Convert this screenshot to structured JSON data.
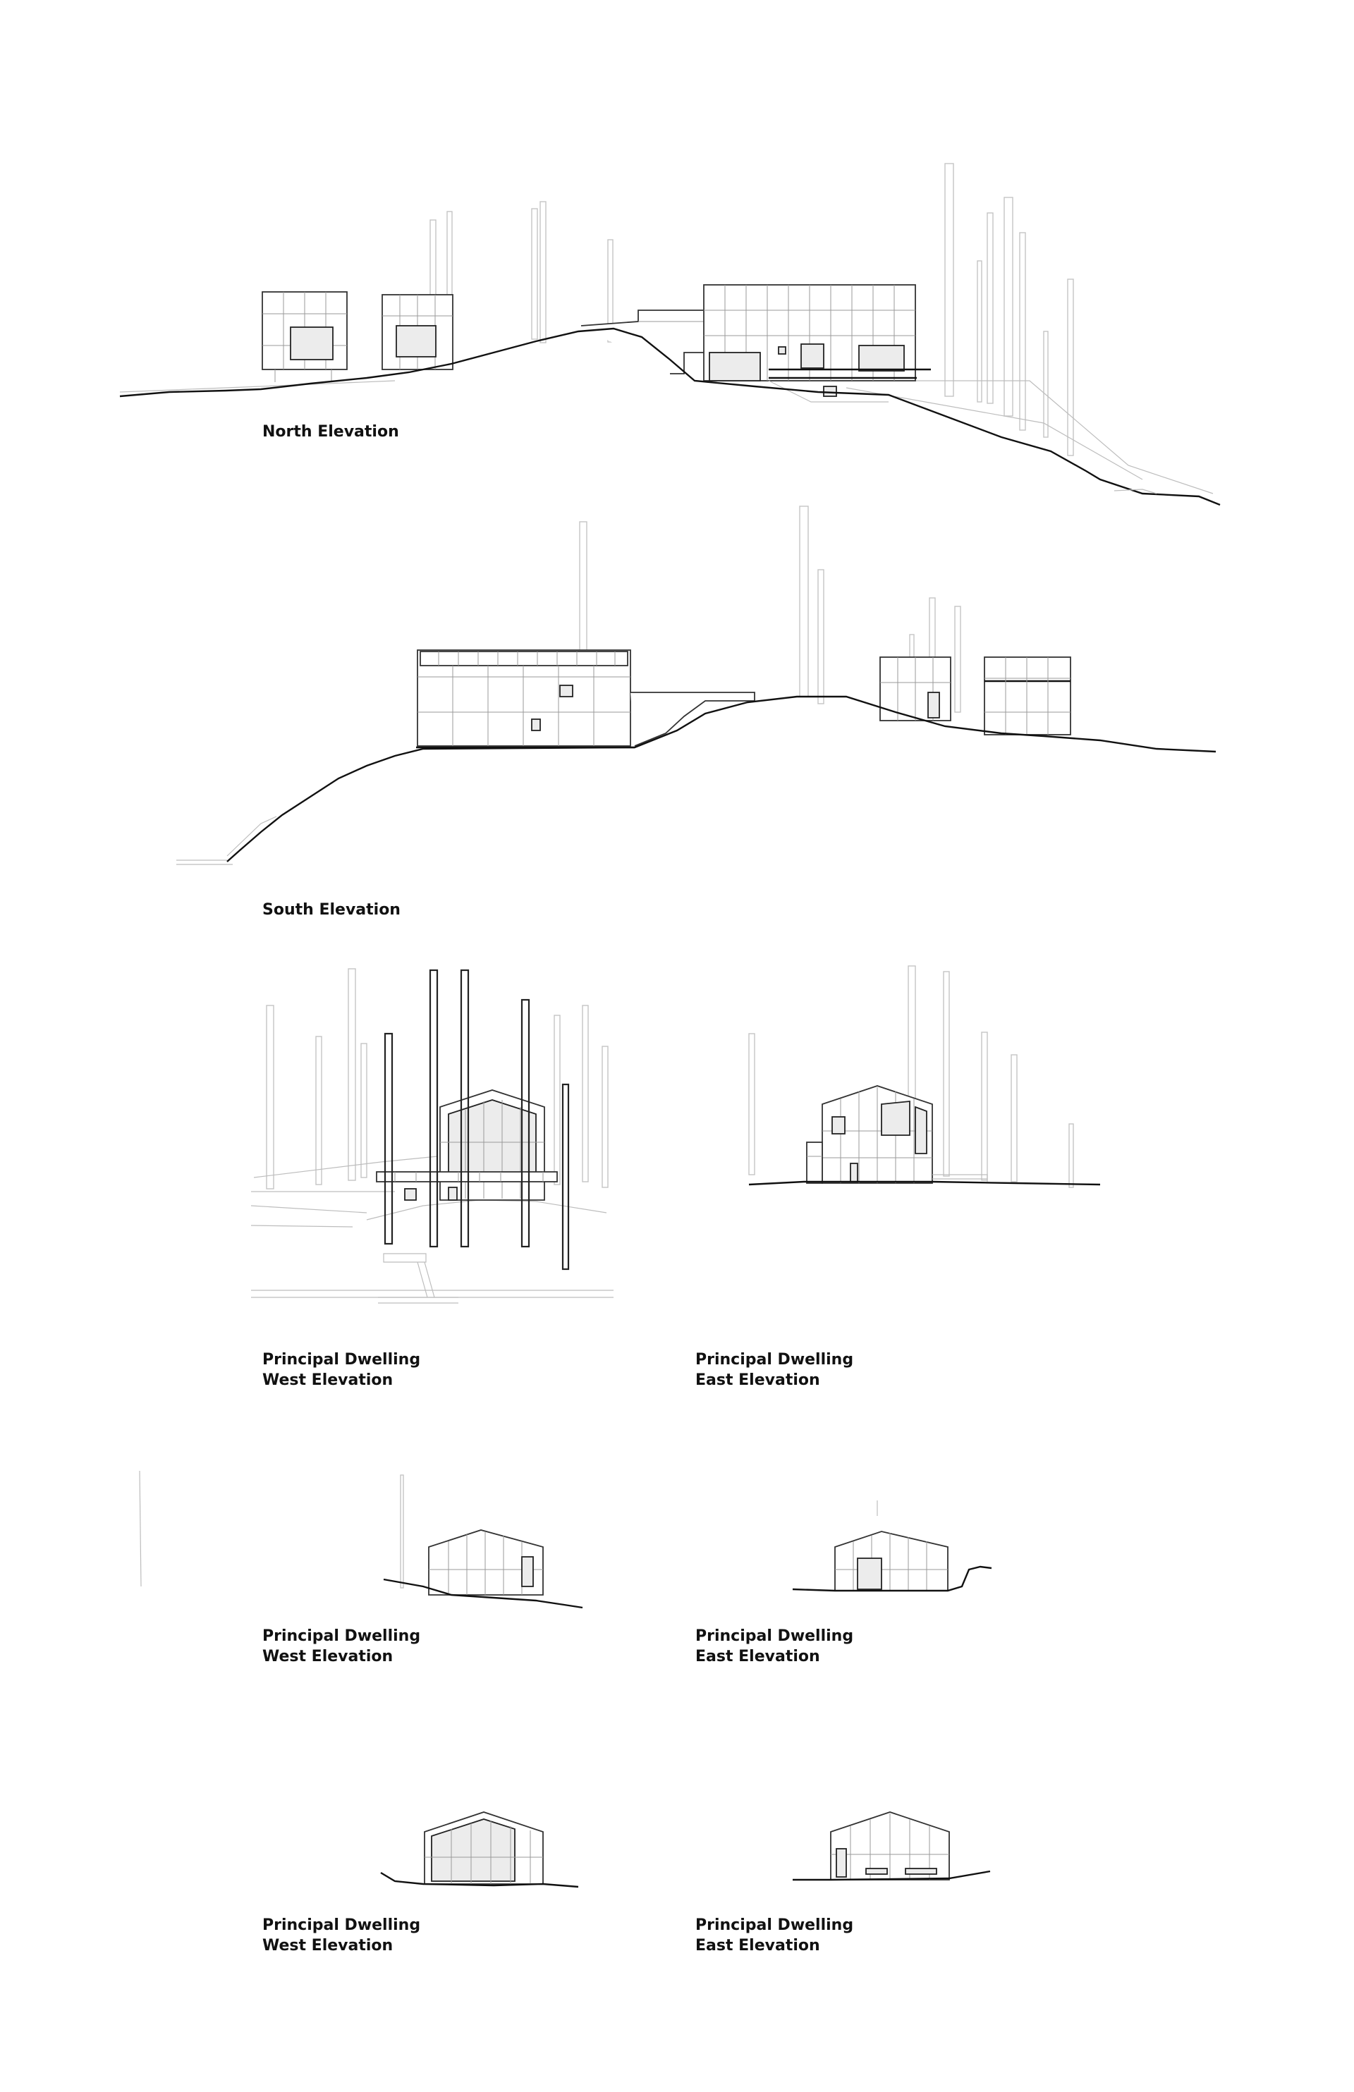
{
  "labels": {
    "north": "North Elevation",
    "south": "South Elevation",
    "pd1_west": {
      "line1": "Principal Dwelling",
      "line2": "West Elevation"
    },
    "pd1_east": {
      "line1": "Principal Dwelling",
      "line2": "East Elevation"
    },
    "pd2_west": {
      "line1": "Principal Dwelling",
      "line2": "West Elevation"
    },
    "pd2_east": {
      "line1": "Principal Dwelling",
      "line2": "East Elevation"
    },
    "pd3_west": {
      "line1": "Principal Dwelling",
      "line2": "West Elevation"
    },
    "pd3_east": {
      "line1": "Principal Dwelling",
      "line2": "East Elevation"
    }
  }
}
